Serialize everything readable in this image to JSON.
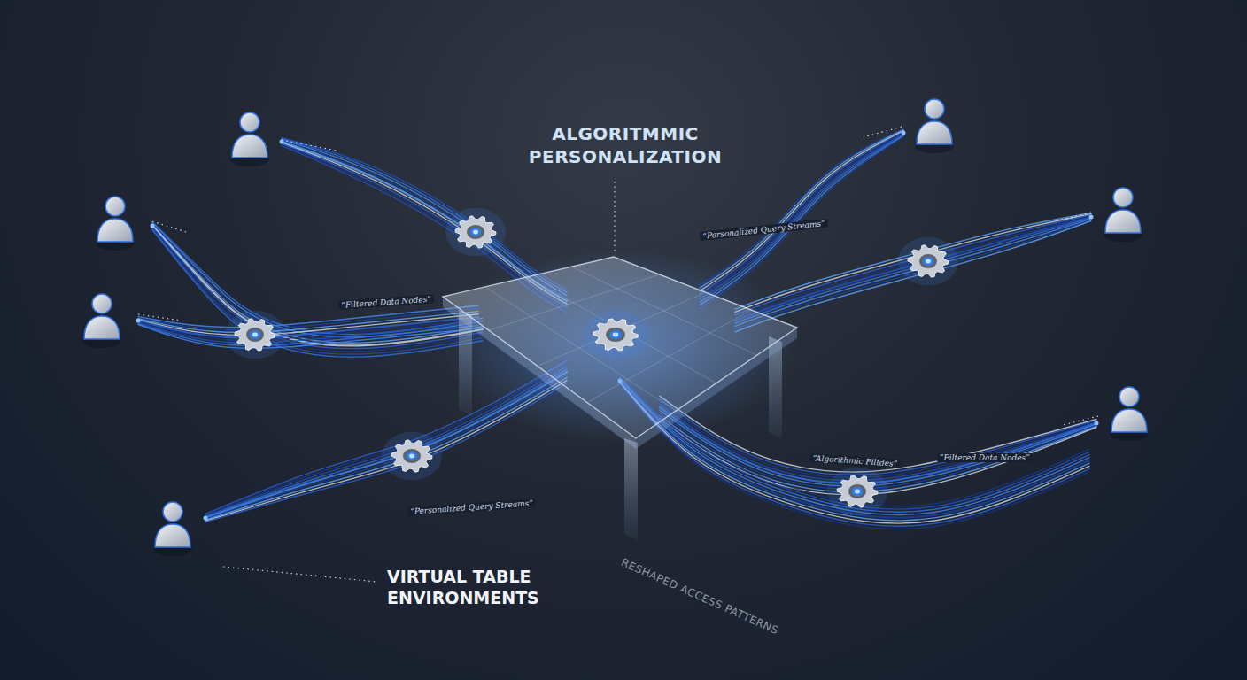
{
  "diagram": {
    "title": "ALGORITMMIC PERSONALIZATION",
    "labels": [
      "“Personalized Query Streams”",
      "“Filtered Data Nodes”",
      "“Algorithmic Filtdes”",
      "“Filtered Data Nodes”",
      "“Personalized Query Streams”",
      "RESHAPED ACCESS PATTERNS",
      "VIRTUAL TABLE ENVIRONMENTS"
    ]
  }
}
